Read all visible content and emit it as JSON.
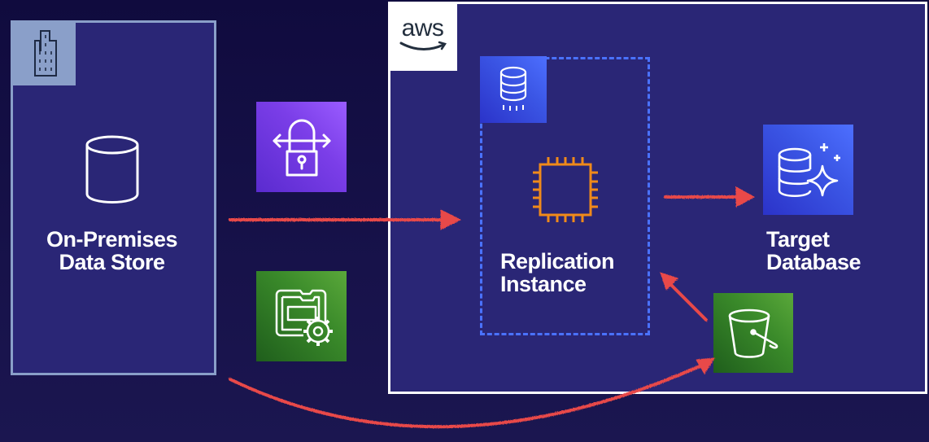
{
  "diagram": {
    "on_premises": {
      "label_line1": "On-Premises",
      "label_line2": "Data Store",
      "corner_icon": "corporate-data-center-icon",
      "icon": "database-cylinder-icon"
    },
    "aws_cloud": {
      "logo_text": "aws",
      "logo_icon": "aws-logo-icon"
    },
    "transfer_services": [
      {
        "name": "vpn-secure-transfer",
        "icon": "lock-transfer-icon",
        "color": "#7b3ee8"
      },
      {
        "name": "snowball-edge-device",
        "icon": "device-gear-icon",
        "color": "#3a8a2a"
      }
    ],
    "replication_instance": {
      "label_line1": "Replication",
      "label_line2": "Instance",
      "service_icon": "database-migration-service-icon",
      "instance_icon": "ec2-chip-icon",
      "boundary": "dashed"
    },
    "target_database": {
      "label_line1": "Target",
      "label_line2": "Database",
      "icon": "database-sparkle-icon",
      "color": "#3b56e5"
    },
    "staging_bucket": {
      "icon": "s3-bucket-icon",
      "color": "#3a8a2a"
    },
    "arrows": [
      {
        "from": "on_premises",
        "to": "replication_instance"
      },
      {
        "from": "replication_instance",
        "to": "target_database"
      },
      {
        "from": "staging_bucket",
        "to": "replication_instance"
      },
      {
        "from": "on_premises",
        "to": "staging_bucket"
      }
    ],
    "colors": {
      "background": "#100b3e",
      "panel": "#2a2676",
      "onprem_border": "#8a9fc9",
      "aws_border": "#ffffff",
      "dashed": "#4a72ff",
      "arrow": "#e84848",
      "chip": "#f08a1a"
    }
  }
}
